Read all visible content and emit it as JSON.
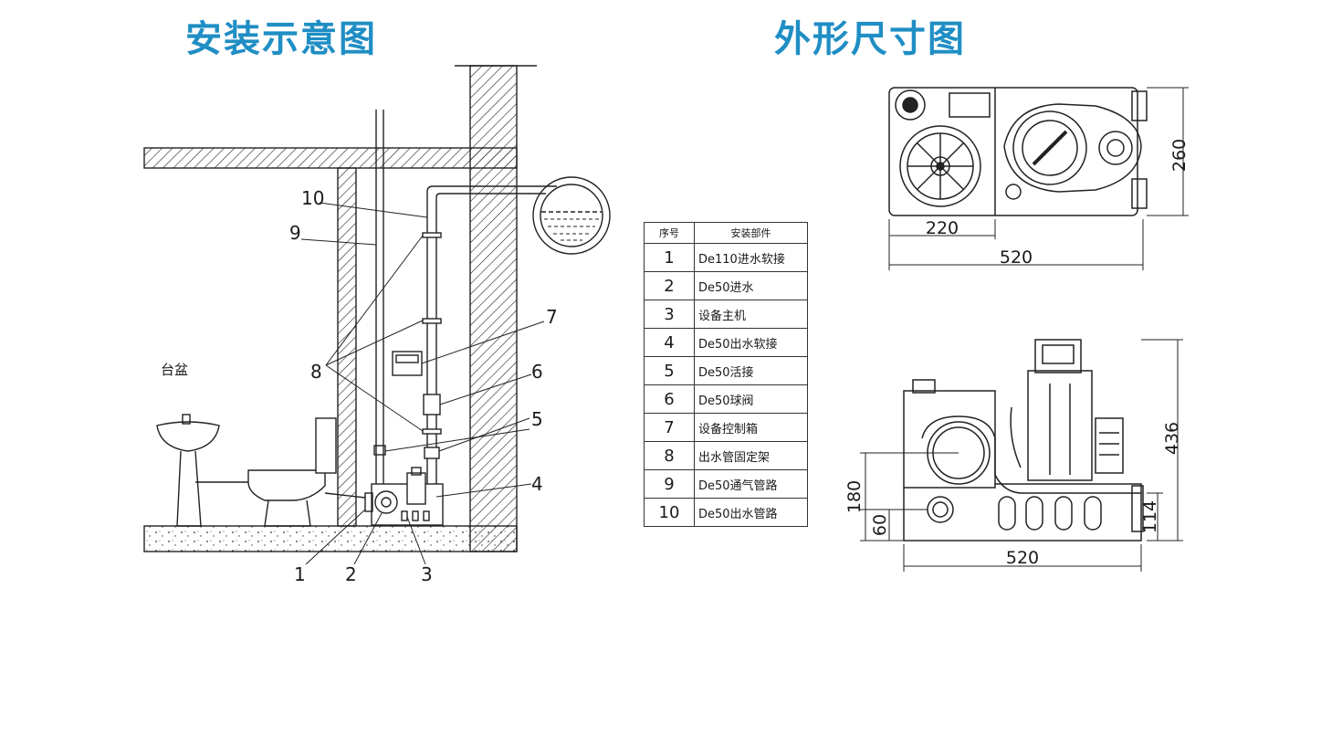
{
  "titles": {
    "install": "安装示意图",
    "dimensions": "外形尺寸图"
  },
  "install_diagram": {
    "basin_label": "台盆",
    "callouts": [
      "1",
      "2",
      "3",
      "4",
      "5",
      "6",
      "7",
      "8",
      "9",
      "10"
    ]
  },
  "parts_table": {
    "headers": [
      "序号",
      "安装部件"
    ],
    "rows": [
      {
        "no": "1",
        "name": "De110进水软接"
      },
      {
        "no": "2",
        "name": "De50进水"
      },
      {
        "no": "3",
        "name": "设备主机"
      },
      {
        "no": "4",
        "name": "De50出水软接"
      },
      {
        "no": "5",
        "name": "De50活接"
      },
      {
        "no": "6",
        "name": "De50球阀"
      },
      {
        "no": "7",
        "name": "设备控制箱"
      },
      {
        "no": "8",
        "name": "出水管固定架"
      },
      {
        "no": "9",
        "name": "De50通气管路"
      },
      {
        "no": "10",
        "name": "De50出水管路"
      }
    ]
  },
  "dimensions": {
    "top_view": {
      "depth": "260",
      "inlet_offset": "220",
      "width": "520"
    },
    "front_view": {
      "height": "436",
      "inlet_height": "180",
      "inlet_center": "60",
      "outlet_height": "114",
      "width": "520"
    }
  }
}
